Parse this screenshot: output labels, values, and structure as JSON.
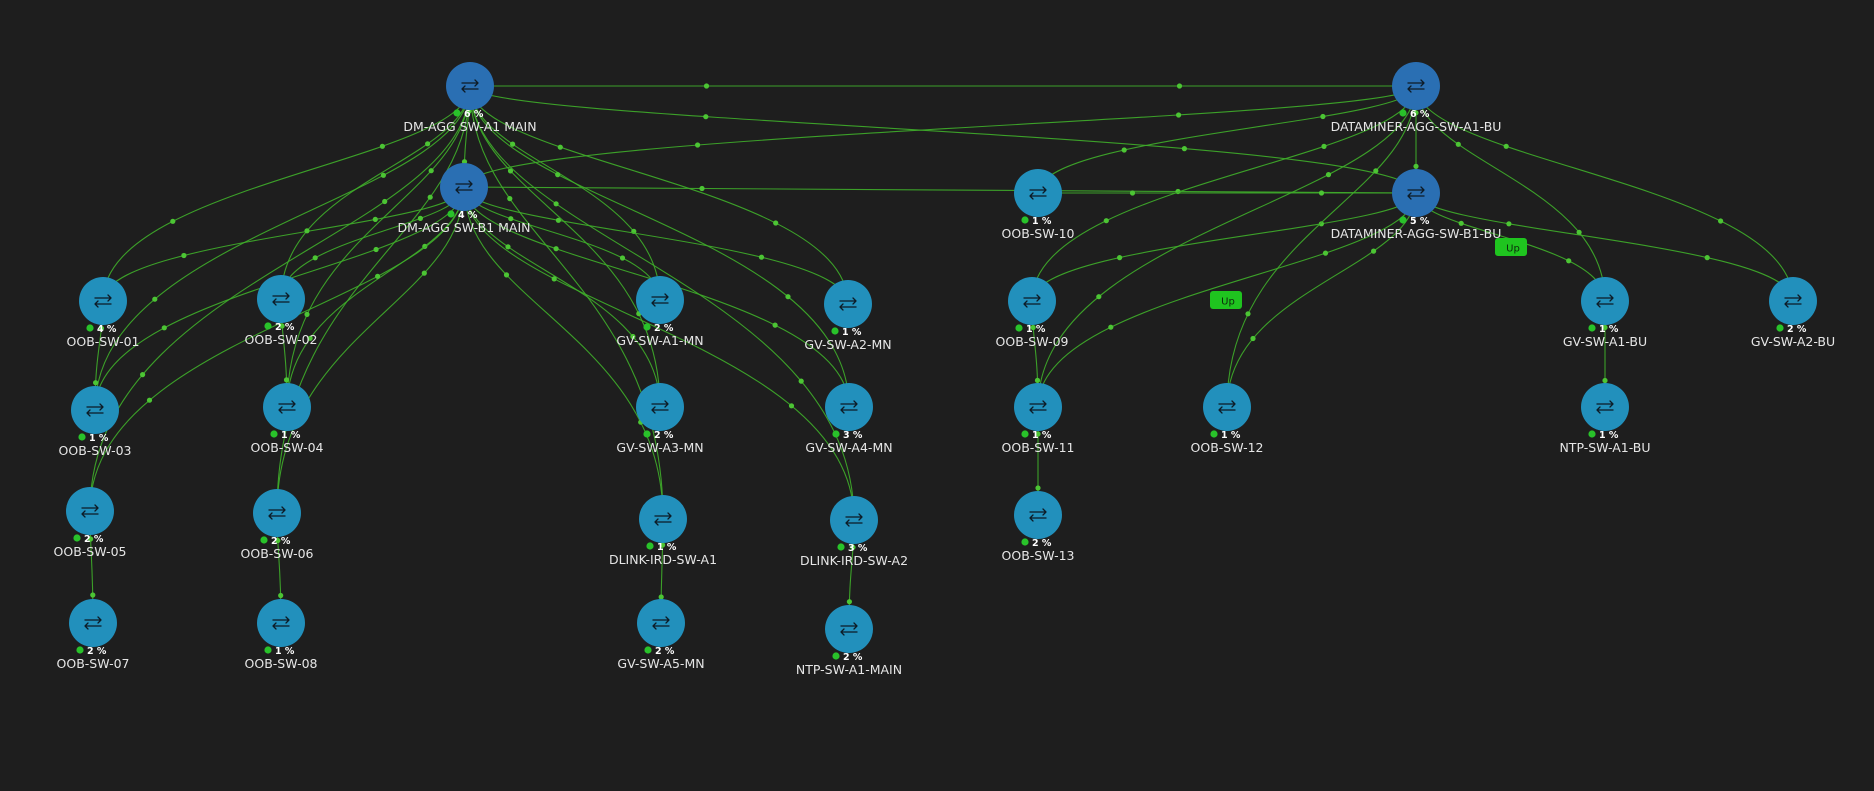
{
  "colors": {
    "background": "#1e1e1e",
    "link": "#3fae2a",
    "link_dot": "#4cc534",
    "node_access": "#2290bc",
    "node_core": "#2a6fb3",
    "status_ok": "#29c22a",
    "badge": "#1fc41f"
  },
  "nodes": [
    {
      "id": "agg_a1_main",
      "label": "DM-AGG SW-A1 MAIN",
      "percent": "6 %",
      "kind": "core",
      "icon": "switch-arrows-icon"
    },
    {
      "id": "agg_b1_main",
      "label": "DM-AGG SW-B1 MAIN",
      "percent": "4 %",
      "kind": "core",
      "icon": "switch-arrows-icon"
    },
    {
      "id": "agg_a1_bu",
      "label": "DATAMINER-AGG-SW-A1-BU",
      "percent": "6 %",
      "kind": "core",
      "icon": "switch-arrows-icon"
    },
    {
      "id": "agg_b1_bu",
      "label": "DATAMINER-AGG-SW-B1-BU",
      "percent": "5 %",
      "kind": "core",
      "icon": "switch-arrows-icon"
    },
    {
      "id": "oob01",
      "label": "OOB-SW-01",
      "percent": "4 %",
      "kind": "access",
      "icon": "switch-arrows-icon"
    },
    {
      "id": "oob02",
      "label": "OOB-SW-02",
      "percent": "2 %",
      "kind": "access",
      "icon": "switch-arrows-icon"
    },
    {
      "id": "oob03",
      "label": "OOB-SW-03",
      "percent": "1 %",
      "kind": "access",
      "icon": "switch-arrows-icon"
    },
    {
      "id": "oob04",
      "label": "OOB-SW-04",
      "percent": "1 %",
      "kind": "access",
      "icon": "switch-arrows-icon"
    },
    {
      "id": "oob05",
      "label": "OOB-SW-05",
      "percent": "2 %",
      "kind": "access",
      "icon": "switch-arrows-icon"
    },
    {
      "id": "oob06",
      "label": "OOB-SW-06",
      "percent": "2 %",
      "kind": "access",
      "icon": "switch-arrows-icon"
    },
    {
      "id": "oob07",
      "label": "OOB-SW-07",
      "percent": "2 %",
      "kind": "access",
      "icon": "switch-arrows-icon"
    },
    {
      "id": "oob08",
      "label": "OOB-SW-08",
      "percent": "1 %",
      "kind": "access",
      "icon": "switch-arrows-icon"
    },
    {
      "id": "gva1mn",
      "label": "GV-SW-A1-MN",
      "percent": "2 %",
      "kind": "access",
      "icon": "switch-arrows-icon"
    },
    {
      "id": "gva2mn",
      "label": "GV-SW-A2-MN",
      "percent": "1 %",
      "kind": "access",
      "icon": "switch-arrows-icon"
    },
    {
      "id": "gva3mn",
      "label": "GV-SW-A3-MN",
      "percent": "2 %",
      "kind": "access",
      "icon": "switch-arrows-icon"
    },
    {
      "id": "gva4mn",
      "label": "GV-SW-A4-MN",
      "percent": "3 %",
      "kind": "access",
      "icon": "switch-arrows-icon"
    },
    {
      "id": "dlink1",
      "label": "DLINK-IRD-SW-A1",
      "percent": "1 %",
      "kind": "access",
      "icon": "switch-arrows-icon"
    },
    {
      "id": "dlink2",
      "label": "DLINK-IRD-SW-A2",
      "percent": "3 %",
      "kind": "access",
      "icon": "switch-arrows-icon"
    },
    {
      "id": "gva5mn",
      "label": "GV-SW-A5-MN",
      "percent": "2 %",
      "kind": "access",
      "icon": "switch-arrows-icon"
    },
    {
      "id": "ntpmain",
      "label": "NTP-SW-A1-MAIN",
      "percent": "2 %",
      "kind": "access",
      "icon": "switch-arrows-icon"
    },
    {
      "id": "oob10",
      "label": "OOB-SW-10",
      "percent": "1 %",
      "kind": "access",
      "icon": "switch-arrows-icon"
    },
    {
      "id": "oob09",
      "label": "OOB-SW-09",
      "percent": "1 %",
      "kind": "access",
      "icon": "switch-arrows-icon"
    },
    {
      "id": "oob11",
      "label": "OOB-SW-11",
      "percent": "1 %",
      "kind": "access",
      "icon": "switch-arrows-icon"
    },
    {
      "id": "oob12",
      "label": "OOB-SW-12",
      "percent": "1 %",
      "kind": "access",
      "icon": "switch-arrows-icon"
    },
    {
      "id": "oob13",
      "label": "OOB-SW-13",
      "percent": "2 %",
      "kind": "access",
      "icon": "switch-arrows-icon"
    },
    {
      "id": "gva1bu",
      "label": "GV-SW-A1-BU",
      "percent": "1 %",
      "kind": "access",
      "icon": "switch-arrows-icon"
    },
    {
      "id": "gva2bu",
      "label": "GV-SW-A2-BU",
      "percent": "2 %",
      "kind": "access",
      "icon": "switch-arrows-icon"
    },
    {
      "id": "ntpbu",
      "label": "NTP-SW-A1-BU",
      "percent": "1 %",
      "kind": "access",
      "icon": "switch-arrows-icon"
    }
  ],
  "links": [
    {
      "from": "agg_a1_main",
      "to": "agg_a1_bu"
    },
    {
      "from": "agg_a1_main",
      "to": "agg_b1_bu"
    },
    {
      "from": "agg_b1_main",
      "to": "agg_b1_bu"
    },
    {
      "from": "agg_b1_main",
      "to": "agg_a1_bu"
    },
    {
      "from": "agg_a1_main",
      "to": "agg_b1_main"
    },
    {
      "from": "agg_a1_bu",
      "to": "agg_b1_bu"
    },
    {
      "from": "agg_a1_main",
      "to": "oob01"
    },
    {
      "from": "agg_b1_main",
      "to": "oob01"
    },
    {
      "from": "agg_a1_main",
      "to": "oob02"
    },
    {
      "from": "agg_b1_main",
      "to": "oob02"
    },
    {
      "from": "agg_a1_main",
      "to": "oob03"
    },
    {
      "from": "agg_b1_main",
      "to": "oob03"
    },
    {
      "from": "agg_a1_main",
      "to": "oob04"
    },
    {
      "from": "agg_b1_main",
      "to": "oob04"
    },
    {
      "from": "agg_a1_main",
      "to": "oob05"
    },
    {
      "from": "agg_b1_main",
      "to": "oob05"
    },
    {
      "from": "agg_a1_main",
      "to": "oob06"
    },
    {
      "from": "agg_b1_main",
      "to": "oob06"
    },
    {
      "from": "oob05",
      "to": "oob07"
    },
    {
      "from": "oob06",
      "to": "oob08"
    },
    {
      "from": "oob01",
      "to": "oob03"
    },
    {
      "from": "oob02",
      "to": "oob04"
    },
    {
      "from": "agg_a1_main",
      "to": "gva1mn"
    },
    {
      "from": "agg_b1_main",
      "to": "gva1mn"
    },
    {
      "from": "agg_a1_main",
      "to": "gva2mn"
    },
    {
      "from": "agg_b1_main",
      "to": "gva2mn"
    },
    {
      "from": "agg_a1_main",
      "to": "gva3mn"
    },
    {
      "from": "agg_b1_main",
      "to": "gva3mn"
    },
    {
      "from": "agg_a1_main",
      "to": "gva4mn"
    },
    {
      "from": "agg_b1_main",
      "to": "gva4mn"
    },
    {
      "from": "agg_a1_main",
      "to": "dlink1"
    },
    {
      "from": "agg_b1_main",
      "to": "dlink1"
    },
    {
      "from": "agg_a1_main",
      "to": "dlink2"
    },
    {
      "from": "agg_b1_main",
      "to": "dlink2"
    },
    {
      "from": "dlink1",
      "to": "gva5mn"
    },
    {
      "from": "dlink2",
      "to": "ntpmain"
    },
    {
      "from": "agg_a1_bu",
      "to": "oob10"
    },
    {
      "from": "agg_b1_bu",
      "to": "oob10"
    },
    {
      "from": "agg_a1_bu",
      "to": "oob09"
    },
    {
      "from": "agg_b1_bu",
      "to": "oob09"
    },
    {
      "from": "agg_a1_bu",
      "to": "oob11"
    },
    {
      "from": "agg_b1_bu",
      "to": "oob11"
    },
    {
      "from": "agg_a1_bu",
      "to": "oob12"
    },
    {
      "from": "agg_b1_bu",
      "to": "oob12"
    },
    {
      "from": "oob11",
      "to": "oob13"
    },
    {
      "from": "oob09",
      "to": "oob11"
    },
    {
      "from": "agg_a1_bu",
      "to": "gva1bu"
    },
    {
      "from": "agg_b1_bu",
      "to": "gva1bu"
    },
    {
      "from": "agg_a1_bu",
      "to": "gva2bu"
    },
    {
      "from": "agg_b1_bu",
      "to": "gva2bu"
    },
    {
      "from": "gva1bu",
      "to": "ntpbu"
    }
  ],
  "badges": [
    {
      "id": "badge1",
      "text": "Up"
    },
    {
      "id": "badge2",
      "text": "Up"
    }
  ]
}
